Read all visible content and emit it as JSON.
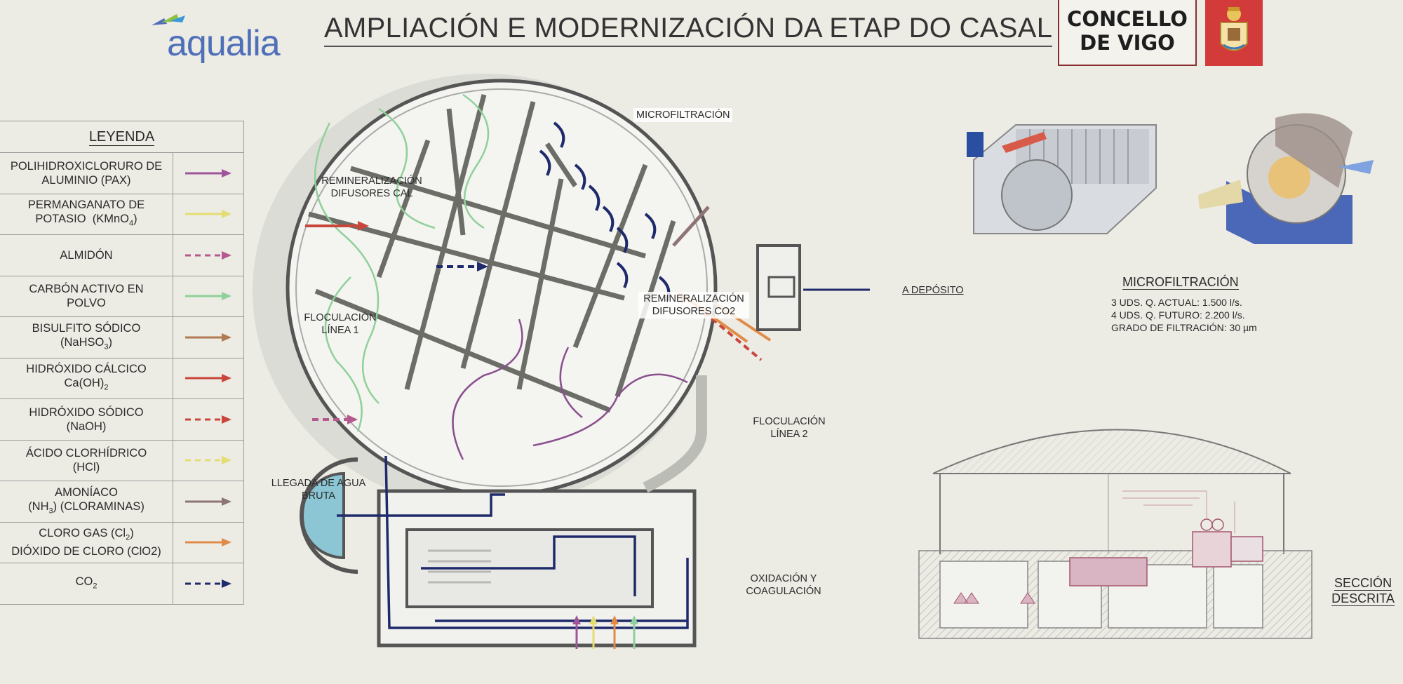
{
  "header": {
    "logo_text": "aqualia",
    "title": "AMPLIACIÓN E MODERNIZACIÓN DA ETAP DO CASAL",
    "concello_line1": "CONCELLO",
    "concello_line2": "DE VIGO"
  },
  "legend": {
    "title": "LEYENDA",
    "items": [
      {
        "label": "POLIHIDROXICLORURO DE ALUMINIO (PAX)",
        "color": "#a0559a",
        "style": "solid"
      },
      {
        "label": "PERMANGANATO DE POTASIO  (KMnO₄)",
        "color": "#e3dd72",
        "style": "solid"
      },
      {
        "label": "ALMIDÓN",
        "color": "#b45a8e",
        "style": "dashed"
      },
      {
        "label": "CARBÓN ACTIVO EN POLVO",
        "color": "#8fd19a",
        "style": "solid"
      },
      {
        "label": "BISULFITO SÓDICO (NaHSO₃)",
        "color": "#b07a52",
        "style": "solid"
      },
      {
        "label": "HIDRÓXIDO CÁLCICO Ca(OH)₂",
        "color": "#c9463b",
        "style": "solid"
      },
      {
        "label": "HIDRÓXIDO SÓDICO (NaOH)",
        "color": "#c9463b",
        "style": "dashed"
      },
      {
        "label": "ÁCIDO CLORHÍDRICO (HCl)",
        "color": "#e3dd72",
        "style": "dashed"
      },
      {
        "label": "AMONÍACO (NH₃) (CLORAMINAS)",
        "color": "#8e7474",
        "style": "solid"
      },
      {
        "label": "CLORO GAS (Cl₂) DIÓXIDO DE CLORO (ClO2)",
        "color": "#e08c48",
        "style": "solid"
      },
      {
        "label": "CO₂",
        "color": "#1f2a6b",
        "style": "dashed"
      }
    ]
  },
  "diagram_labels": {
    "microfiltracion": "MICROFILTRACIÓN",
    "remin_cal": "REMINERALIZACIÓN DIFUSORES CAL",
    "remin_co2": "REMINERALIZACIÓN DIFUSORES CO2",
    "floc1": "FLOCULACIÓN LÍNEA 1",
    "floc2": "FLOCULACIÓN LÍNEA 2",
    "a_deposito": "A DEPÓSITO",
    "llegada": "LLEGADA DE AGUA BRUTA",
    "oxidacion": "OXIDACIÓN Y COAGULACIÓN"
  },
  "microfiltration_panel": {
    "title": "MICROFILTRACIÓN",
    "specs": [
      "3 UDS. Q. ACTUAL: 1.500 l/s.",
      "4 UDS. Q. FUTURO: 2.200 l/s.",
      "GRADO DE FILTRACIÓN: 30 µm"
    ]
  },
  "section": {
    "label": "SECCIÓN DESCRITA"
  },
  "colors": {
    "flow_blue": "#1f2a6b",
    "concello_red": "#d33a3a",
    "logo_blue": "#4f70b8"
  }
}
